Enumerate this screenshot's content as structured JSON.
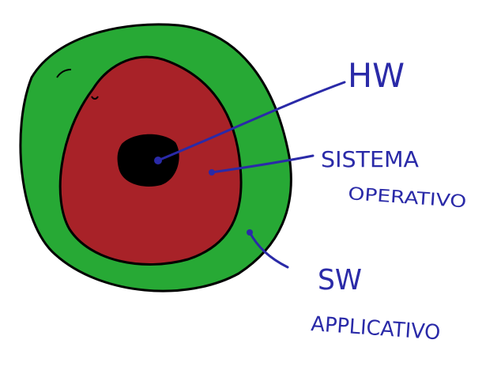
{
  "colors": {
    "background": "#ffffff",
    "outline": "#000000",
    "outer_layer": "#27a935",
    "middle_layer": "#a82228",
    "core": "#000000",
    "ink": "#2a2aa8"
  },
  "labels": {
    "hw": "HW",
    "os_line1": "SISTEMA",
    "os_line2": "OPERATIVO",
    "sw_line1": "SW",
    "sw_line2": "APPLICATIVO"
  }
}
